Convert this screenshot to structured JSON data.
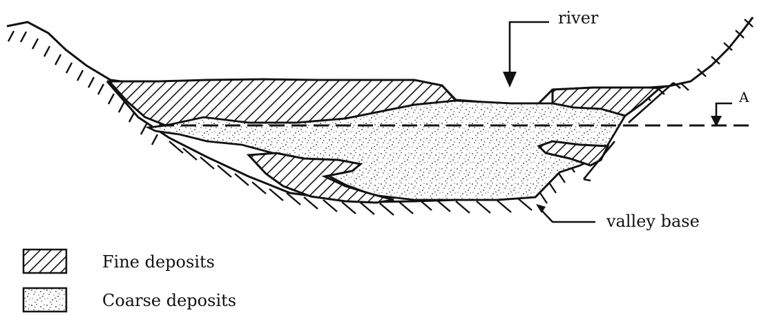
{
  "labels": {
    "river": "river",
    "valley_base": "valley base",
    "marker": "A"
  },
  "legend": [
    {
      "pattern": "hatch",
      "text": "Fine deposits"
    },
    {
      "pattern": "stipple",
      "text": "Coarse deposits"
    }
  ],
  "colors": {
    "ink": "#111111",
    "background": "#ffffff"
  }
}
